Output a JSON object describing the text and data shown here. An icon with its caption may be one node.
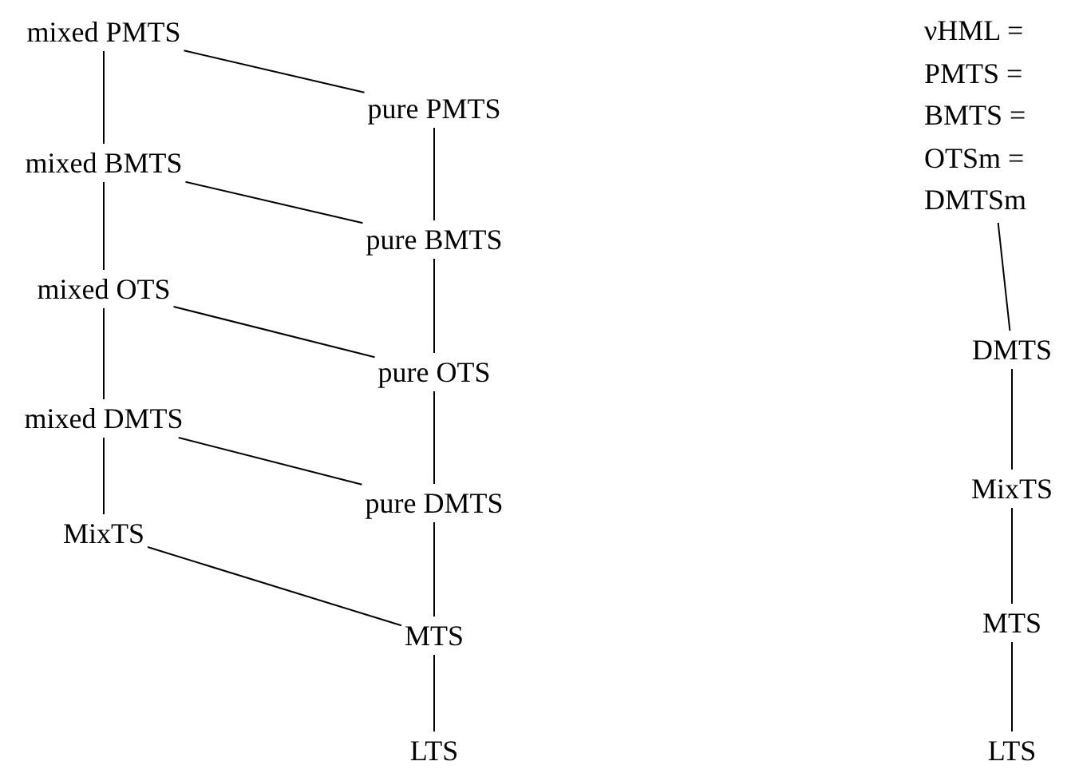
{
  "diagram": {
    "nodes": [
      {
        "text": [
          "mixed PMTS"
        ]
      },
      {
        "text": [
          "pure PMTS"
        ]
      },
      {
        "text": [
          "mixed BMTS"
        ]
      },
      {
        "text": [
          "pure BMTS"
        ]
      },
      {
        "text": [
          "mixed OTS"
        ]
      },
      {
        "text": [
          "pure OTS"
        ]
      },
      {
        "text": [
          "mixed DMTS"
        ]
      },
      {
        "text": [
          "pure DMTS"
        ]
      },
      {
        "text": [
          "MixTS"
        ]
      },
      {
        "text": [
          "MTS"
        ]
      },
      {
        "text": [
          "LTS"
        ]
      },
      {
        "text": [
          "νHML = PMTS = BMTS = OTSm = DMTSm"
        ]
      },
      {
        "text": [
          "DMTS"
        ]
      },
      {
        "text": [
          "MixTS"
        ]
      },
      {
        "text": [
          "MTS"
        ]
      },
      {
        "text": [
          "LTS"
        ]
      }
    ],
    "edges": [
      {
        "from": 0,
        "to": 1,
        "arrow": "none"
      },
      {
        "from": 0,
        "to": 2,
        "arrow": "none"
      },
      {
        "from": 1,
        "to": 3,
        "arrow": "none"
      },
      {
        "from": 2,
        "to": 3,
        "arrow": "none"
      },
      {
        "from": 2,
        "to": 4,
        "arrow": "none"
      },
      {
        "from": 3,
        "to": 5,
        "arrow": "none"
      },
      {
        "from": 4,
        "to": 5,
        "arrow": "none"
      },
      {
        "from": 4,
        "to": 6,
        "arrow": "none"
      },
      {
        "from": 5,
        "to": 7,
        "arrow": "none"
      },
      {
        "from": 6,
        "to": 7,
        "arrow": "none"
      },
      {
        "from": 6,
        "to": 8,
        "arrow": "none"
      },
      {
        "from": 7,
        "to": 9,
        "arrow": "none"
      },
      {
        "from": 8,
        "to": 9,
        "arrow": "none"
      },
      {
        "from": 9,
        "to": 10,
        "arrow": "none"
      },
      {
        "from": 11,
        "to": 12,
        "arrow": "none"
      },
      {
        "from": 12,
        "to": 13,
        "arrow": "none"
      },
      {
        "from": 13,
        "to": 14,
        "arrow": "none"
      },
      {
        "from": 14,
        "to": 15,
        "arrow": "none"
      }
    ]
  }
}
